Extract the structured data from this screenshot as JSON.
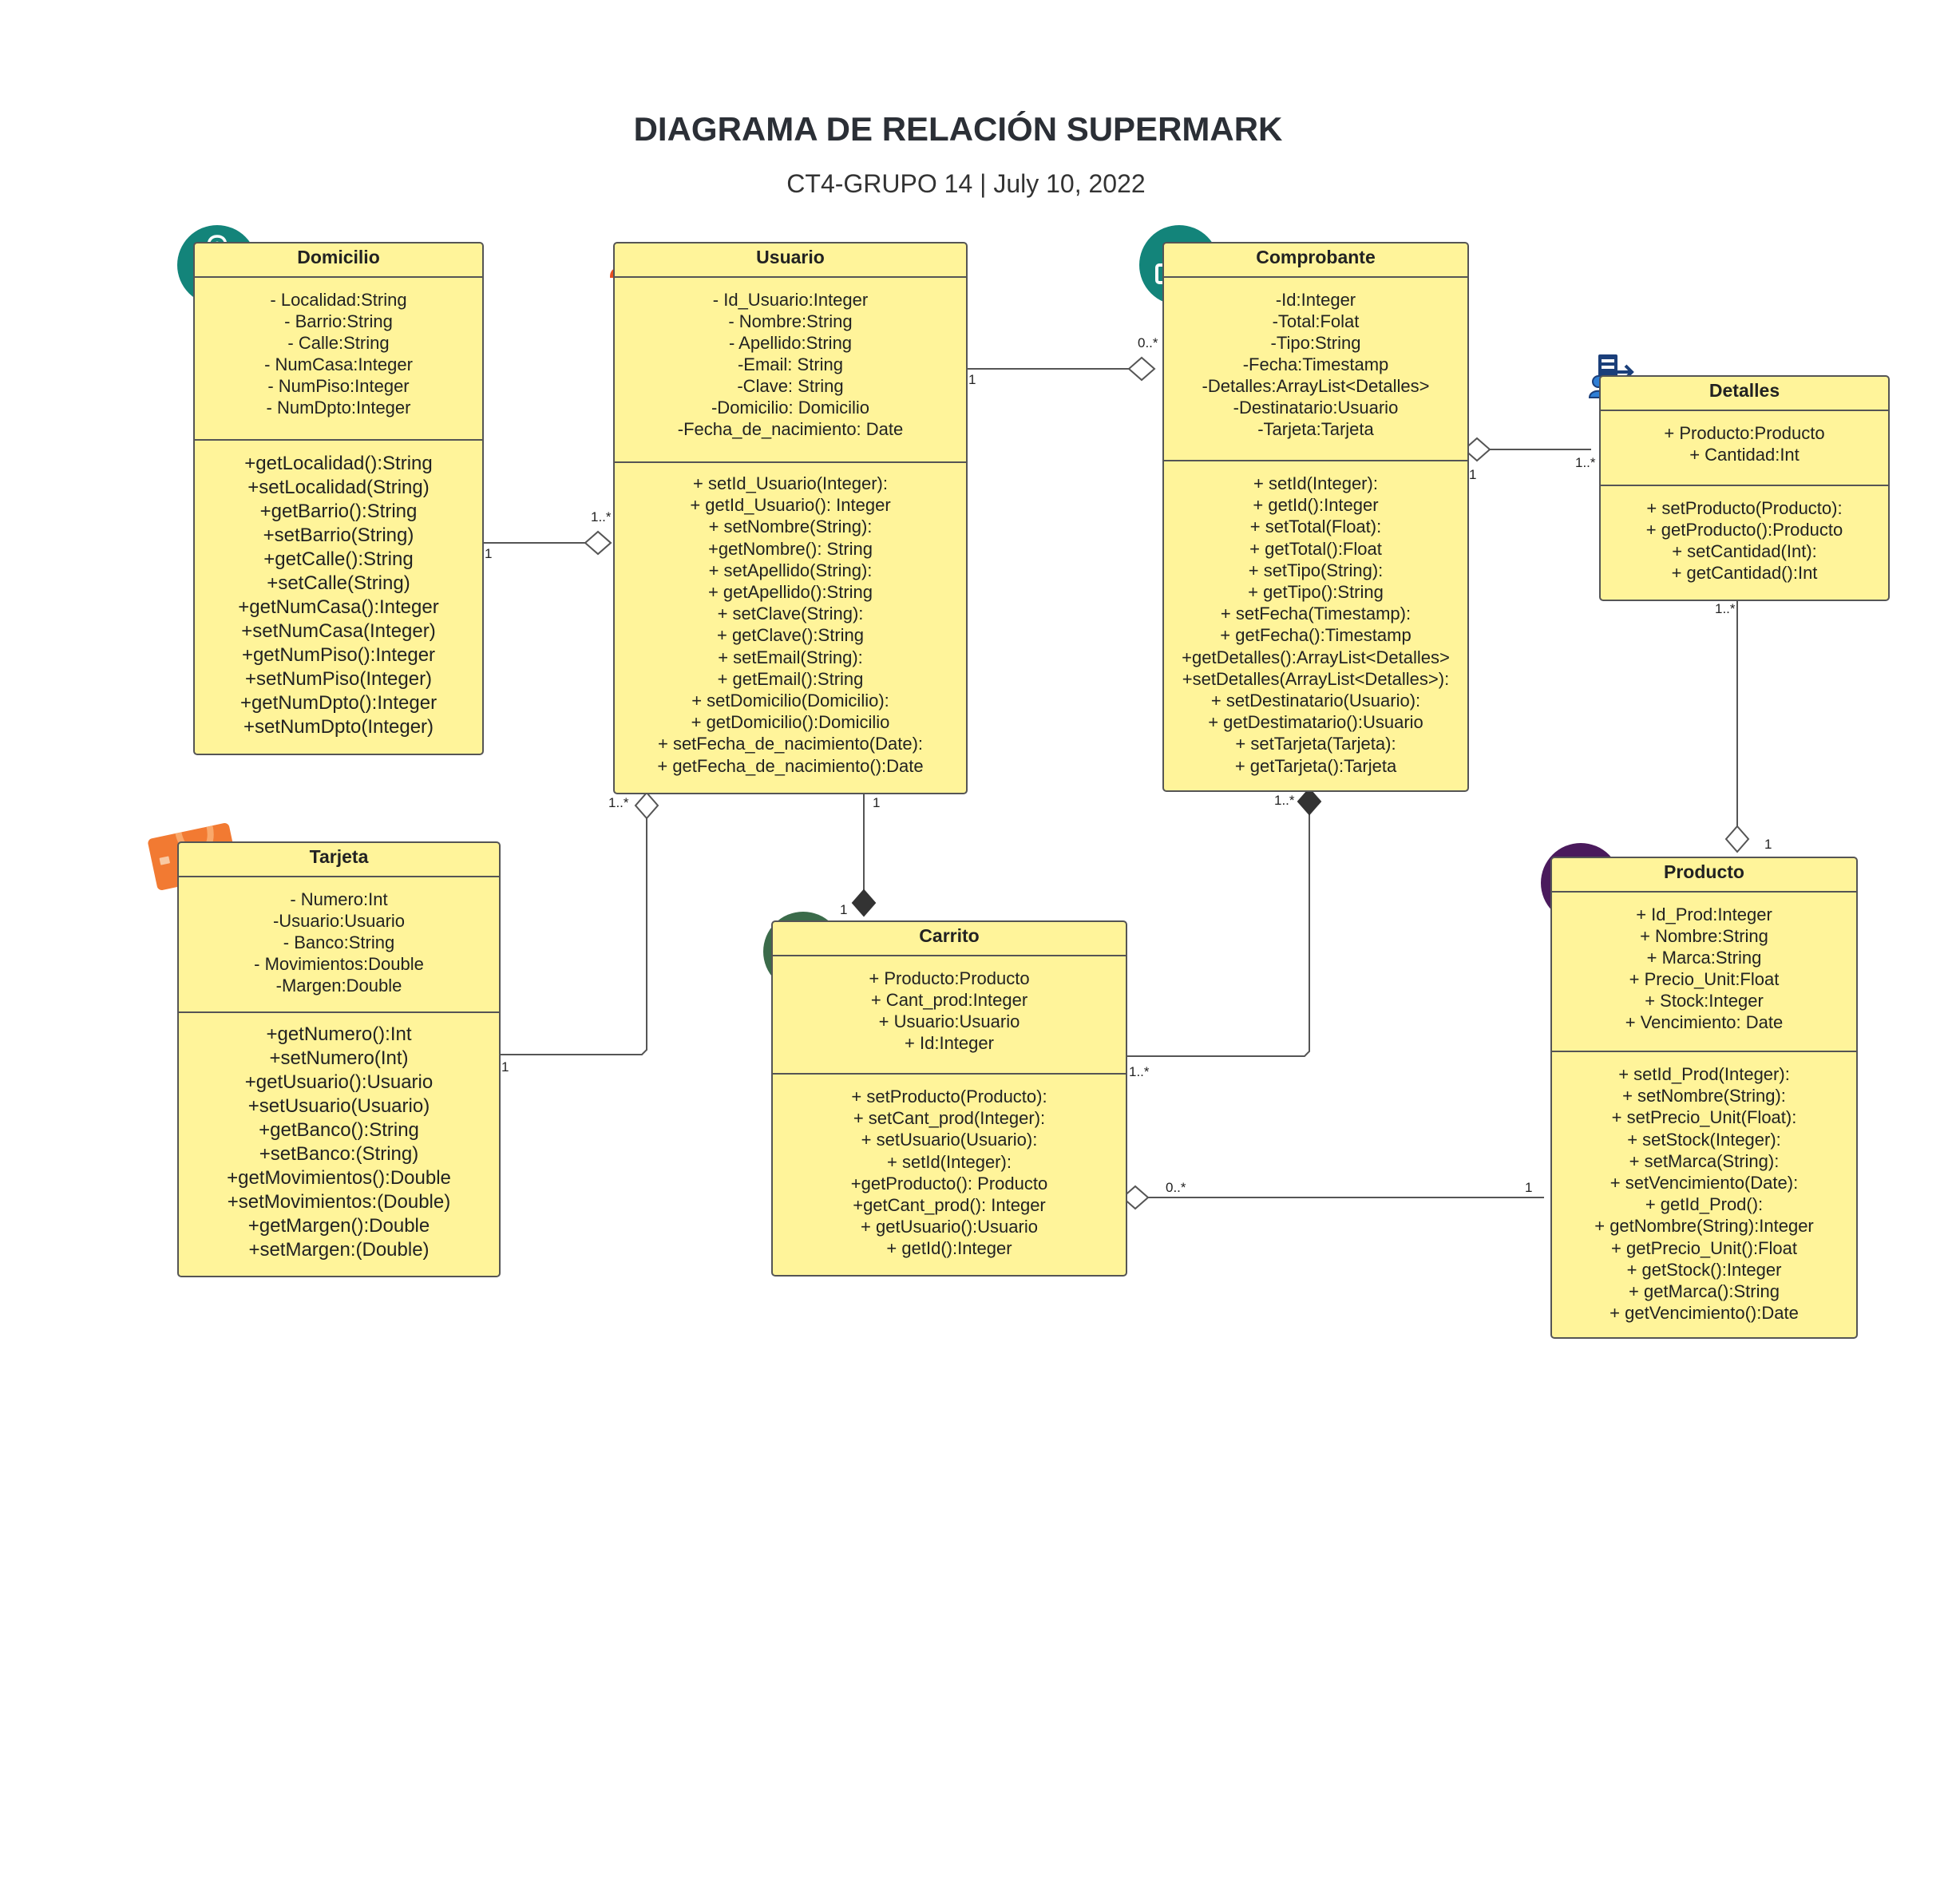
{
  "header": {
    "title": "DIAGRAMA DE RELACIÓN SUPERMARK",
    "subtitle": "CT4-GRUPO 14  |  July 10, 2022"
  },
  "classes": {
    "domicilio": {
      "name": "Domicilio",
      "attributes": [
        "- Localidad:String",
        "- Barrio:String",
        "- Calle:String",
        "- NumCasa:Integer",
        "- NumPiso:Integer",
        "- NumDpto:Integer"
      ],
      "operations": [
        "+getLocalidad():String",
        "+setLocalidad(String)",
        "+getBarrio():String",
        "+setBarrio(String)",
        "+getCalle():String",
        "+setCalle(String)",
        "+getNumCasa():Integer",
        "+setNumCasa(Integer)",
        "+getNumPiso():Integer",
        "+setNumPiso(Integer)",
        "+getNumDpto():Integer",
        "+setNumDpto(Integer)"
      ]
    },
    "usuario": {
      "name": "Usuario",
      "attributes": [
        "- Id_Usuario:Integer",
        "- Nombre:String",
        "- Apellido:String",
        "-Email: String",
        "-Clave: String",
        "-Domicilio: Domicilio",
        "-Fecha_de_nacimiento: Date"
      ],
      "operations": [
        "+ setId_Usuario(Integer):",
        "+ getId_Usuario(): Integer",
        "+ setNombre(String):",
        "+getNombre(): String",
        "+ setApellido(String):",
        "+ getApellido():String",
        "+ setClave(String):",
        "+ getClave():String",
        "+ setEmail(String):",
        "+ getEmail():String",
        "+ setDomicilio(Domicilio):",
        "+ getDomicilio():Domicilio",
        "+ setFecha_de_nacimiento(Date):",
        "+ getFecha_de_nacimiento():Date"
      ]
    },
    "comprobante": {
      "name": "Comprobante",
      "attributes": [
        "-Id:Integer",
        "-Total:Folat",
        "-Tipo:String",
        "-Fecha:Timestamp",
        "-Detalles:ArrayList<Detalles>",
        "-Destinatario:Usuario",
        "-Tarjeta:Tarjeta"
      ],
      "operations": [
        "+ setId(Integer):",
        "+ getId():Integer",
        "+ setTotal(Float):",
        "+ getTotal():Float",
        "+ setTipo(String):",
        "+ getTipo():String",
        "+ setFecha(Timestamp):",
        "+ getFecha():Timestamp",
        "+getDetalles():ArrayList<Detalles>",
        "+setDetalles(ArrayList<Detalles>):",
        "+ setDestinatario(Usuario):",
        "+ getDestimatario():Usuario",
        "+ setTarjeta(Tarjeta):",
        "+ getTarjeta():Tarjeta"
      ]
    },
    "detalles": {
      "name": "Detalles",
      "attributes": [
        "+ Producto:Producto",
        "+ Cantidad:Int"
      ],
      "operations": [
        "+ setProducto(Producto):",
        "+ getProducto():Producto",
        "+ setCantidad(Int):",
        "+ getCantidad():Int"
      ]
    },
    "tarjeta": {
      "name": "Tarjeta",
      "attributes": [
        "- Numero:Int",
        "-Usuario:Usuario",
        "- Banco:String",
        "- Movimientos:Double",
        "-Margen:Double"
      ],
      "operations": [
        "+getNumero():Int",
        "+setNumero(Int)",
        "+getUsuario():Usuario",
        "+setUsuario(Usuario)",
        "+getBanco():String",
        "+setBanco:(String)",
        "+getMovimientos():Double",
        "+setMovimientos:(Double)",
        "+getMargen():Double",
        "+setMargen:(Double)"
      ]
    },
    "carrito": {
      "name": "Carrito",
      "attributes": [
        "+ Producto:Producto",
        "+ Cant_prod:Integer",
        "+ Usuario:Usuario",
        "+ Id:Integer"
      ],
      "operations": [
        "+ setProducto(Producto):",
        "+ setCant_prod(Integer):",
        "+ setUsuario(Usuario):",
        "+ setId(Integer):",
        "+getProducto(): Producto",
        "+getCant_prod(): Integer",
        "+ getUsuario():Usuario",
        "+ getId():Integer"
      ]
    },
    "producto": {
      "name": "Producto",
      "attributes": [
        "+ Id_Prod:Integer",
        "+ Nombre:String",
        "+ Marca:String",
        "+ Precio_Unit:Float",
        "+ Stock:Integer",
        "+ Vencimiento: Date"
      ],
      "operations": [
        "+ setId_Prod(Integer):",
        "+ setNombre(String):",
        "+ setPrecio_Unit(Float):",
        "+ setStock(Integer):",
        "+ setMarca(String):",
        "+ setVencimiento(Date):",
        "+ getId_Prod():",
        "+ getNombre(String):Integer",
        "+ getPrecio_Unit():Float",
        "+ getStock():Integer",
        "+ getMarca():String",
        "+ getVencimiento():Date"
      ]
    }
  },
  "multiplicities": {
    "dom_usr_1": "1",
    "dom_usr_many": "1..*",
    "usr_comp_1": "1",
    "usr_comp_many": "0..*",
    "comp_det_1": "1",
    "comp_det_many": "1..*",
    "det_prod_many": "1..*",
    "det_prod_1": "1",
    "usr_tar_many": "1..*",
    "usr_tar_1": "1",
    "usr_car_1a": "1",
    "usr_car_1b": "1",
    "comp_car_many_a": "1..*",
    "comp_car_many_b": "1..*",
    "car_prod_many": "0..*",
    "car_prod_1": "1"
  },
  "icons": {
    "domicilio": "map-icon",
    "usuario": "people-icon",
    "comprobante": "receipt-gear-icon",
    "detalles": "document-user-icon",
    "tarjeta": "credit-card-icon",
    "carrito": "shopping-cart-icon",
    "producto": "product-box-icon"
  },
  "colors": {
    "class_fill": "#fff49a",
    "teal": "#13847a",
    "green": "#3b6b4a",
    "purple": "#4a1a5c",
    "orange": "#e8501f",
    "card": "#f27a32",
    "navy": "#1b3f7a"
  }
}
